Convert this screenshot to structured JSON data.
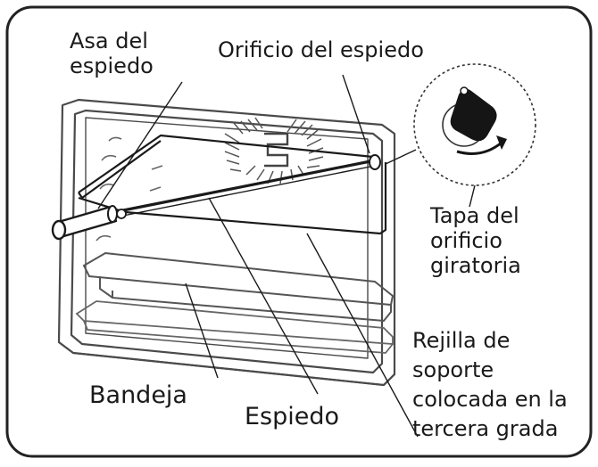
{
  "labels": {
    "rotisserie_handle": {
      "line1": "Asa del",
      "line2": "espiedo"
    },
    "rotisserie_hole": "Orificio del espiedo",
    "hole_cover": {
      "line1": "Tapa del",
      "line2": "orificio",
      "line3": "giratoria"
    },
    "rack": {
      "line1": "Rejilla de",
      "line2": "soporte",
      "line3": "colocada en la",
      "line4": "tercera grada"
    },
    "tray": "Bandeja",
    "spit": "Espiedo"
  },
  "colors": {
    "ink": "#1a1a1a",
    "frame": "#222222",
    "oven_outline": "#4a4a4a",
    "cover_fill": "#151515",
    "background": "#ffffff"
  },
  "icons": {
    "hole_cover": "rotating-cover-icon",
    "rotation_arrow": "curved-arrow-icon",
    "fan": "fan-vent-icon"
  }
}
